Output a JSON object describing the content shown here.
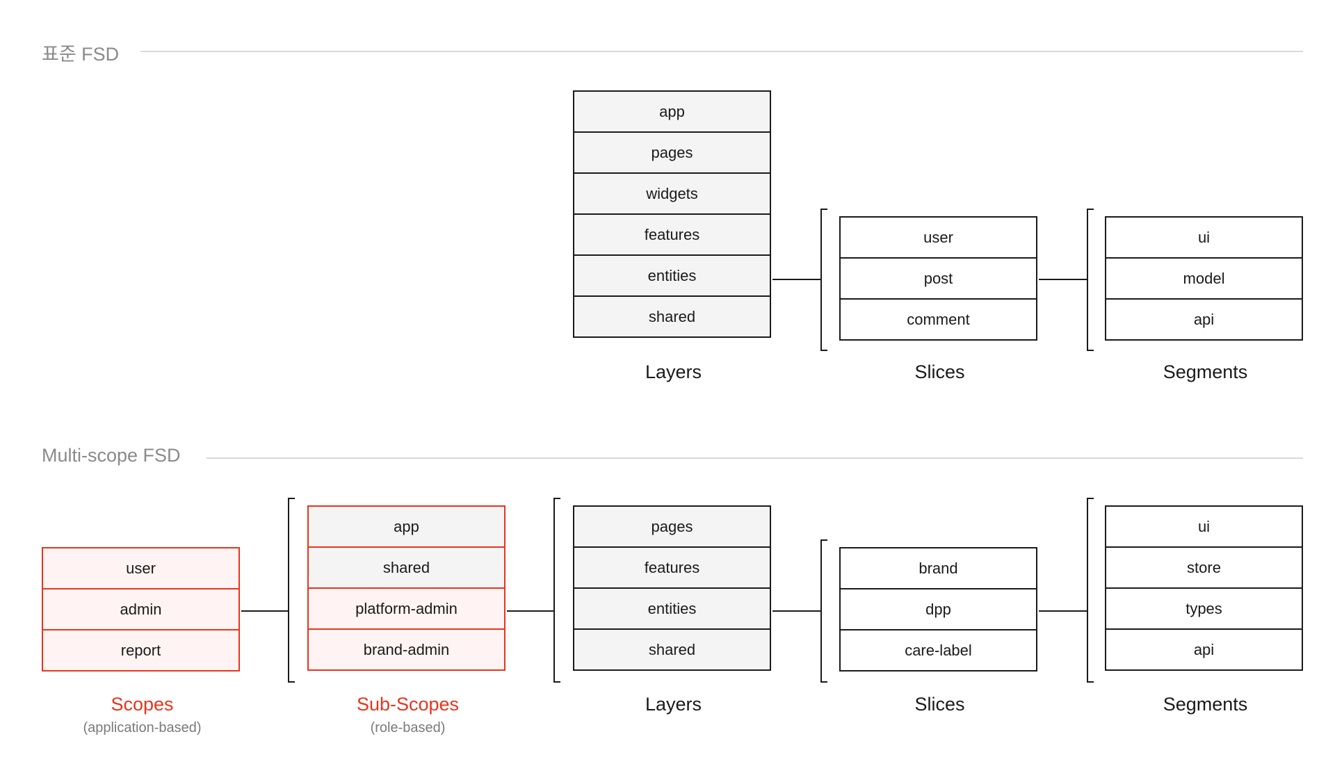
{
  "standard": {
    "title": "표준 FSD",
    "layers": {
      "caption": "Layers",
      "items": [
        "app",
        "pages",
        "widgets",
        "features",
        "entities",
        "shared"
      ]
    },
    "slices": {
      "caption": "Slices",
      "items": [
        "user",
        "post",
        "comment"
      ]
    },
    "segments": {
      "caption": "Segments",
      "items": [
        "ui",
        "model",
        "api"
      ]
    }
  },
  "multiscope": {
    "title": "Multi-scope FSD",
    "scopes": {
      "caption": "Scopes",
      "subcaption": "(application-based)",
      "items": [
        "user",
        "admin",
        "report"
      ]
    },
    "subscopes": {
      "caption": "Sub-Scopes",
      "subcaption": "(role-based)",
      "items": [
        "app",
        "shared",
        "platform-admin",
        "brand-admin"
      ]
    },
    "layers": {
      "caption": "Layers",
      "items": [
        "pages",
        "features",
        "entities",
        "shared"
      ]
    },
    "slices": {
      "caption": "Slices",
      "items": [
        "brand",
        "dpp",
        "care-label"
      ]
    },
    "segments": {
      "caption": "Segments",
      "items": [
        "ui",
        "store",
        "types",
        "api"
      ]
    }
  },
  "colors": {
    "accent": "#e8341c",
    "border": "#1a1a1a",
    "gray_fill": "#f4f4f4",
    "pink_fill": "#fff4f3"
  }
}
